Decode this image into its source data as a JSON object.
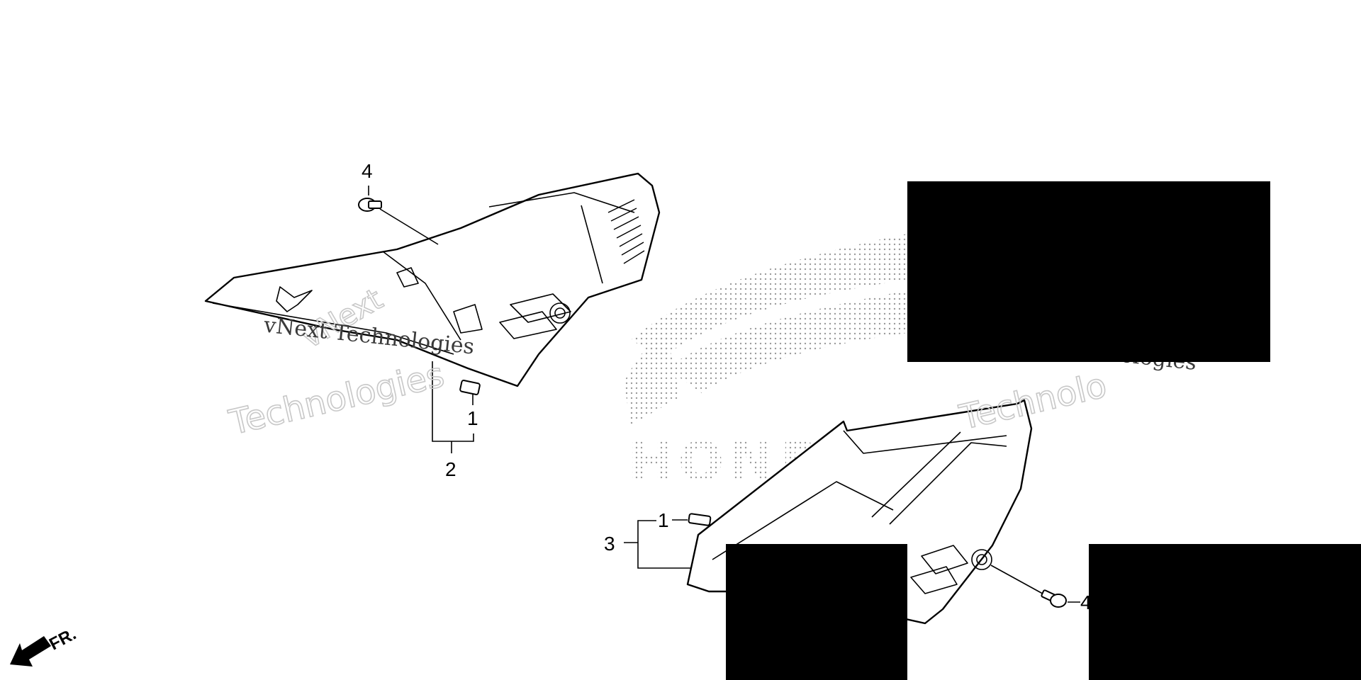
{
  "callouts": {
    "left_part_label": "2",
    "left_clip_label": "1",
    "left_bolt_label": "4",
    "right_part_label": "3",
    "right_clip_label": "1",
    "right_bolt_label": "4"
  },
  "watermarks": {
    "left_dark": "vNext Technologies",
    "left_gray_rotated": "vNext",
    "left_gray": "Technologies",
    "right_gray": "Technolo",
    "right_dark_fragment": "ologies"
  },
  "front_indicator": "FR.",
  "logo_text": "HONDA",
  "colors": {
    "ink": "#000000",
    "watermark": "#c8c8c8",
    "redaction": "#000000"
  }
}
